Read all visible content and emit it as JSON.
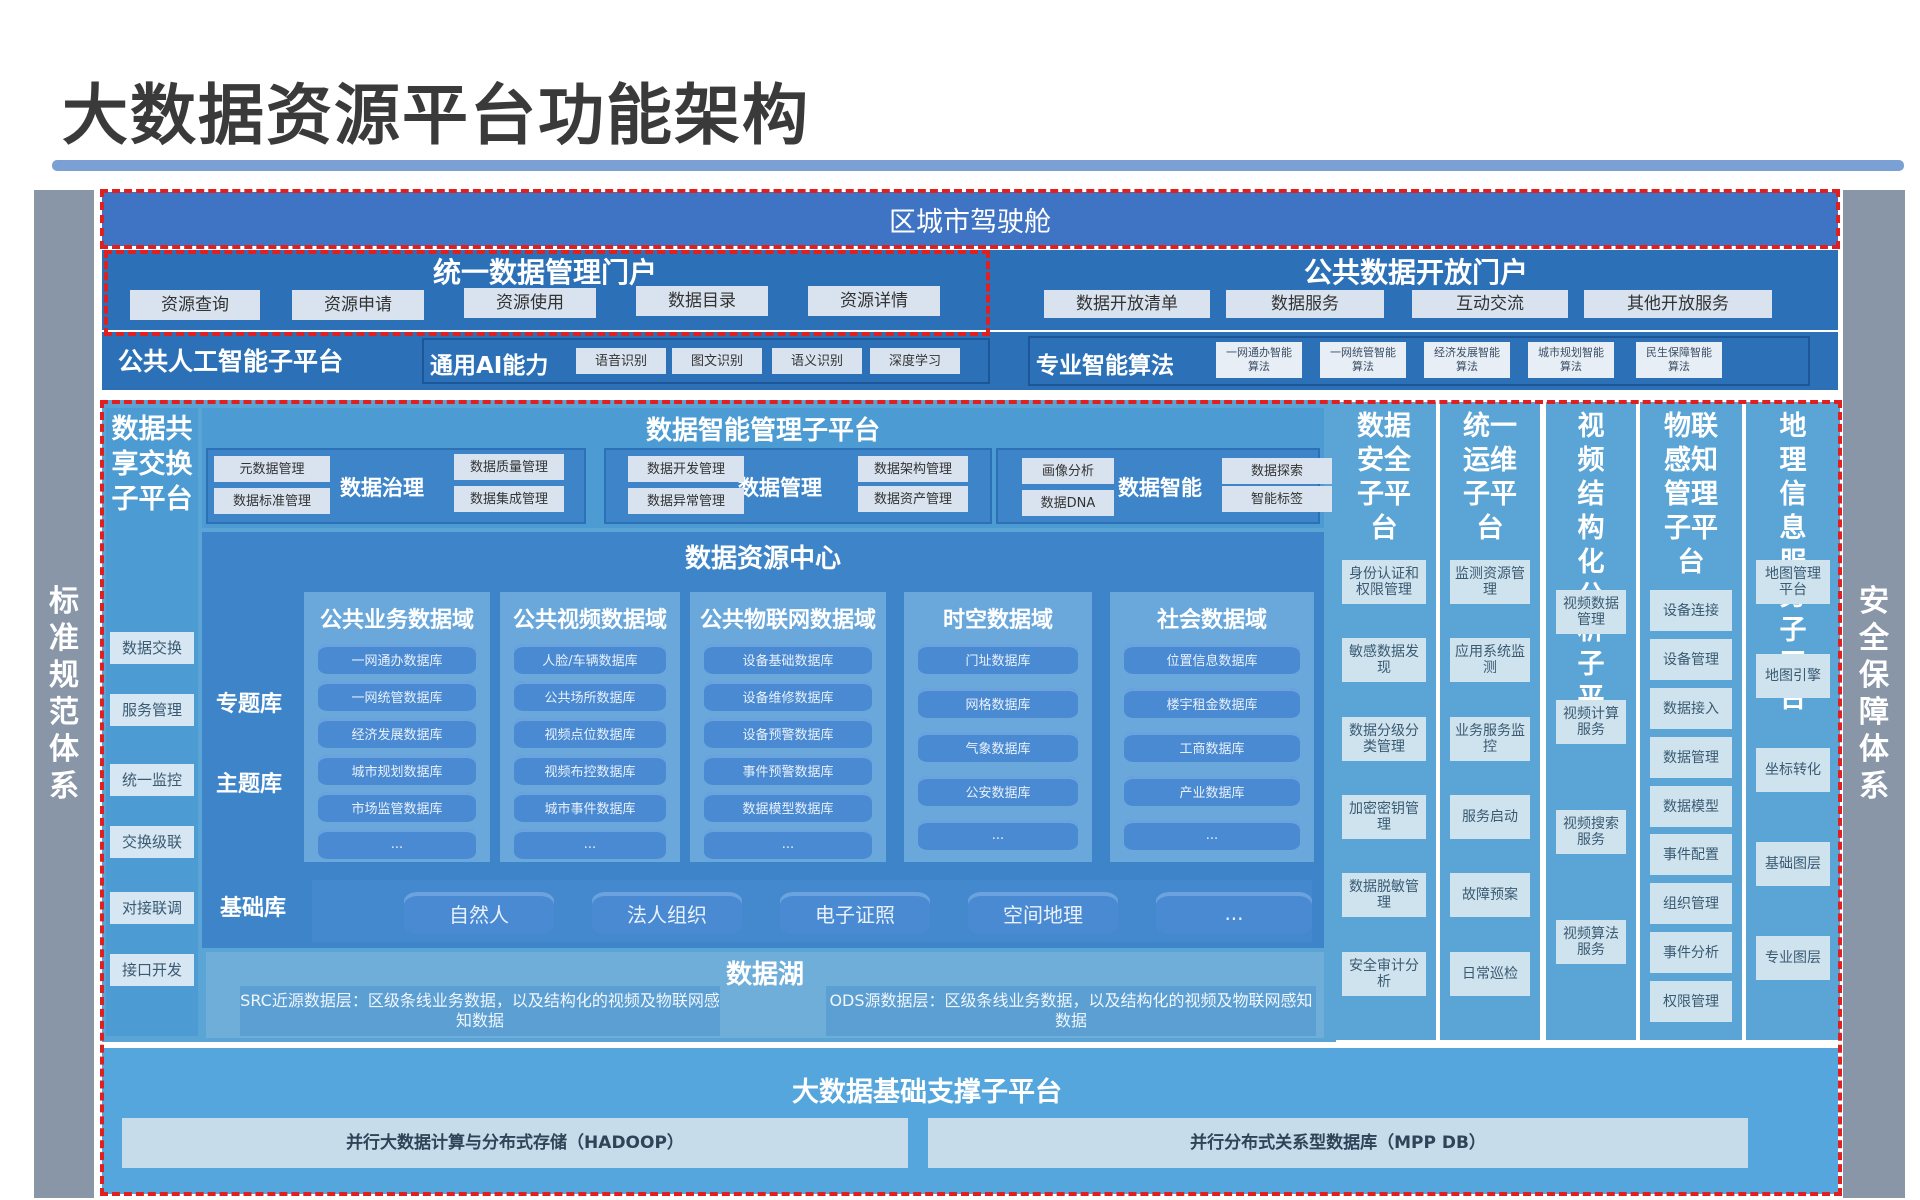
{
  "page_title": "大数据资源平台功能架构",
  "side": {
    "left": "标准规范体系",
    "right": "安全保障体系"
  },
  "cockpit": "区城市驾驶舱",
  "portal_left": {
    "title": "统一数据管理门户",
    "items": [
      "资源查询",
      "资源申请",
      "资源使用",
      "数据目录",
      "资源详情"
    ]
  },
  "portal_right": {
    "title": "公共数据开放门户",
    "items": [
      "数据开放清单",
      "数据服务",
      "互动交流",
      "其他开放服务"
    ]
  },
  "ai": {
    "title": "公共人工智能子平台",
    "general_title": "通用AI能力",
    "general_items": [
      "语音识别",
      "图文识别",
      "语义识别",
      "深度学习"
    ],
    "pro_title": "专业智能算法",
    "pro_items": [
      "一网通办智能算法",
      "一网统管智能算法",
      "经济发展智能算法",
      "城市规划智能算法",
      "民生保障智能算法"
    ]
  },
  "exchange": {
    "title": "数据共享交换子平台",
    "items": [
      "数据交换",
      "服务管理",
      "统一监控",
      "交换级联",
      "对接联调",
      "接口开发"
    ]
  },
  "intel": {
    "title": "数据智能管理子平台",
    "governance": {
      "label": "数据治理",
      "items": [
        "元数据管理",
        "数据标准管理",
        "数据质量管理",
        "数据集成管理"
      ]
    },
    "management": {
      "label": "数据管理",
      "items": [
        "数据开发管理",
        "数据异常管理",
        "数据架构管理",
        "数据资产管理"
      ]
    },
    "intelligence": {
      "label": "数据智能",
      "items": [
        "画像分析",
        "数据DNA",
        "数据探索",
        "智能标签"
      ]
    }
  },
  "resource_center": {
    "title": "数据资源中心",
    "labels": {
      "topic": "专题库",
      "theme": "主题库",
      "base": "基础库"
    },
    "domains": [
      {
        "title": "公共业务数据域",
        "items": [
          "一网通办数据库",
          "一网统管数据库",
          "经济发展数据库",
          "城市规划数据库",
          "市场监管数据库",
          "..."
        ]
      },
      {
        "title": "公共视频数据域",
        "items": [
          "人脸/车辆数据库",
          "公共场所数据库",
          "视频点位数据库",
          "视频布控数据库",
          "城市事件数据库",
          "..."
        ]
      },
      {
        "title": "公共物联网数据域",
        "items": [
          "设备基础数据库",
          "设备维修数据库",
          "设备预警数据库",
          "事件预警数据库",
          "数据模型数据库",
          "..."
        ]
      },
      {
        "title": "时空数据域",
        "items": [
          "门址数据库",
          "网格数据库",
          "气象数据库",
          "公安数据库",
          "..."
        ]
      },
      {
        "title": "社会数据域",
        "items": [
          "位置信息数据库",
          "楼宇租金数据库",
          "工商数据库",
          "产业数据库",
          "..."
        ]
      }
    ],
    "base_items": [
      "自然人",
      "法人组织",
      "电子证照",
      "空间地理",
      "..."
    ]
  },
  "lake": {
    "title": "数据湖",
    "src": "SRC近源数据层：区级条线业务数据，以及结构化的视频及物联网感知数据",
    "ods": "ODS源数据层：区级条线业务数据，以及结构化的视频及物联网感知数据"
  },
  "columns": [
    {
      "title": "数据安全子平台",
      "items": [
        "身份认证和权限管理",
        "敏感数据发现",
        "数据分级分类管理",
        "加密密钥管理",
        "数据脱敏管理",
        "安全审计分析"
      ]
    },
    {
      "title": "统一运维子平台",
      "items": [
        "监测资源管理",
        "应用系统监测",
        "业务服务监控",
        "服务启动",
        "故障预案",
        "日常巡检"
      ]
    },
    {
      "title": "视频结构化分析子平台",
      "items": [
        "视频数据管理",
        "视频计算服务",
        "视频搜索服务",
        "视频算法服务"
      ]
    },
    {
      "title": "物联感知管理子平台",
      "items": [
        "设备连接",
        "设备管理",
        "数据接入",
        "数据管理",
        "数据模型",
        "事件配置",
        "组织管理",
        "事件分析",
        "权限管理"
      ]
    },
    {
      "title": "地理信息服务子平台",
      "items": [
        "地图管理平台",
        "地图引擎",
        "坐标转化",
        "基础图层",
        "专业图层"
      ]
    }
  ],
  "foundation": {
    "title": "大数据基础支撑子平台",
    "items": [
      "并行大数据计算与分布式存储（HADOOP）",
      "并行分布式关系型数据库（MPP DB）"
    ]
  },
  "colors": {
    "band_blue": "#2c71b7",
    "light_blue": "#5aa4d6",
    "dashed_red": "#e02020",
    "side_gray": "#8896a8"
  }
}
